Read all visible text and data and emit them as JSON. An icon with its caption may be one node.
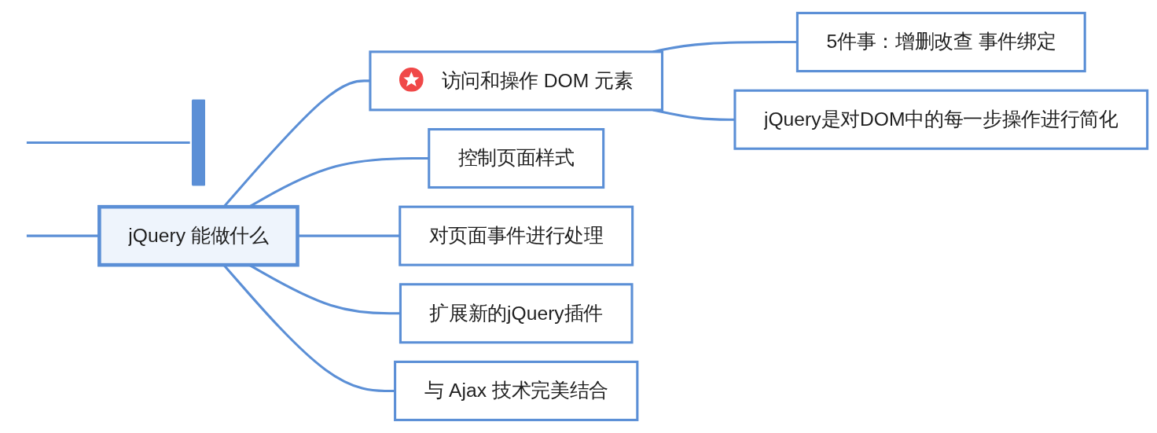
{
  "diagram": {
    "nodes": [
      {
        "text": [],
        "shape": "bar"
      },
      {
        "text": [
          "jQuery 能做什么"
        ]
      },
      {
        "text": [
          "访问和操作 DOM 元素"
        ]
      },
      {
        "text": [
          "5件事：增删改查 事件绑定"
        ]
      },
      {
        "text": [
          "jQuery是对DOM中的每一步操作进行简化"
        ]
      },
      {
        "text": [
          "控制页面样式"
        ]
      },
      {
        "text": [
          "对页面事件进行处理"
        ]
      },
      {
        "text": [
          "扩展新的jQuery插件"
        ]
      },
      {
        "text": [
          "与 Ajax 技术完美结合"
        ]
      }
    ],
    "edges": [
      {
        "from": null,
        "to": 0,
        "arrow": "none"
      },
      {
        "from": null,
        "to": 1,
        "arrow": "none"
      },
      {
        "from": 1,
        "to": 2,
        "arrow": "none"
      },
      {
        "from": 2,
        "to": 3,
        "arrow": "none"
      },
      {
        "from": 2,
        "to": 4,
        "arrow": "none"
      },
      {
        "from": 1,
        "to": 5,
        "arrow": "none"
      },
      {
        "from": 1,
        "to": 6,
        "arrow": "none"
      },
      {
        "from": 1,
        "to": 7,
        "arrow": "none"
      },
      {
        "from": 1,
        "to": 8,
        "arrow": "none"
      }
    ]
  }
}
